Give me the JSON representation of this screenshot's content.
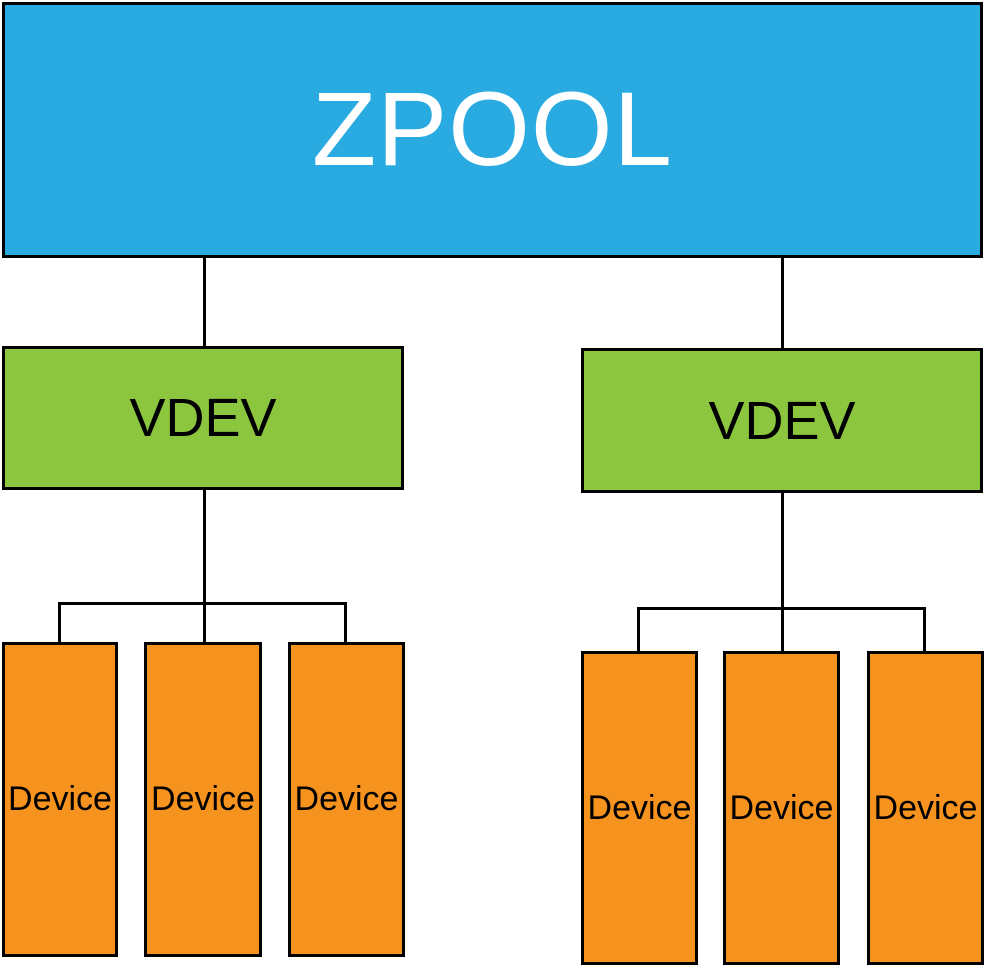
{
  "diagram": {
    "pool": {
      "label": "ZPOOL"
    },
    "vdevs": [
      {
        "label": "VDEV",
        "devices": [
          {
            "label": "Device"
          },
          {
            "label": "Device"
          },
          {
            "label": "Device"
          }
        ]
      },
      {
        "label": "VDEV",
        "devices": [
          {
            "label": "Device"
          },
          {
            "label": "Device"
          },
          {
            "label": "Device"
          }
        ]
      }
    ],
    "colors": {
      "pool_fill": "#29ABE2",
      "pool_text": "#FFFFFF",
      "vdev_fill": "#8CC63F",
      "device_fill": "#F6921E",
      "node_text": "#000000",
      "line": "#000000",
      "border": "#000000",
      "background": "#FFFFFF"
    }
  }
}
